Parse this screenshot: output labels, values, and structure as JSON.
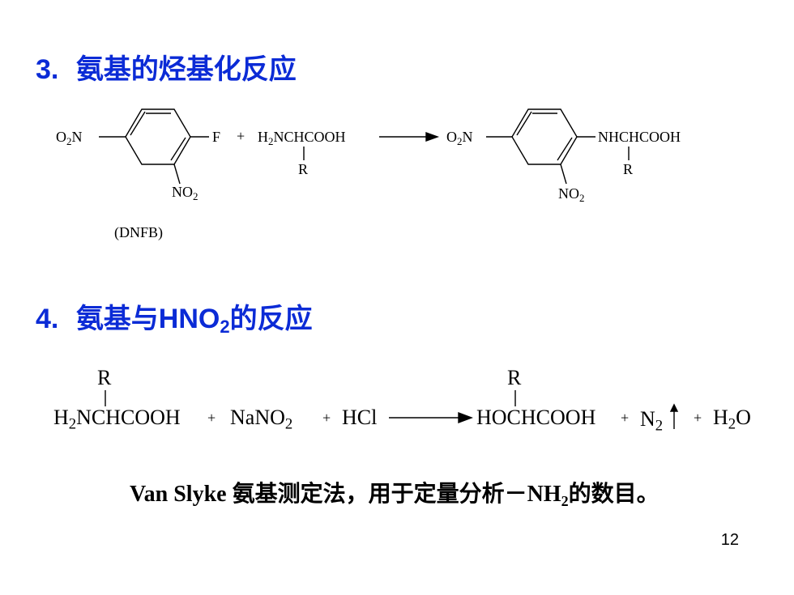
{
  "section3": {
    "number": "3.",
    "title": "氨基的烃基化反应",
    "reagent_group_o2n": "O",
    "reagent_o2n_sub": "2",
    "reagent_o2n_tail": "N",
    "reagent_f": "F",
    "plus": "+",
    "aa_h": "H",
    "aa_h_sub": "2",
    "aa_tail": "NCHCOOH",
    "aa_r": "R",
    "nitro": "NO",
    "nitro_sub": "2",
    "dnfb_label": "(DNFB)",
    "product_o2n": "O",
    "product_o2n_sub": "2",
    "product_o2n_tail": "N",
    "product_chain": "NHCHCOOH",
    "product_r": "R",
    "product_nitro": "NO",
    "product_nitro_sub": "2"
  },
  "section4": {
    "number": "4.",
    "title_a": "氨基与HNO",
    "title_sub": "2",
    "title_b": "的反应",
    "aa_r": "R",
    "aa_h": "H",
    "aa_h_sub": "2",
    "aa_tail": "NCHCOOH",
    "plus1": "+",
    "nano": "NaNO",
    "nano_sub": "2",
    "plus2": "+",
    "hcl": "HCl",
    "prod_r": "R",
    "prod": "HOCHCOOH",
    "plus3": "+",
    "n2": "N",
    "n2_sub": "2",
    "plus4": "+",
    "h2o_a": "H",
    "h2o_sub": "2",
    "h2o_b": "O",
    "sentence_a": "Van Slyke 氨基测定法，用于定量分析－NH",
    "sentence_sub": "2",
    "sentence_b": "的数目。"
  },
  "page_number": "12",
  "colors": {
    "heading": "#0b2bd6",
    "text": "#000000",
    "background": "#ffffff"
  }
}
